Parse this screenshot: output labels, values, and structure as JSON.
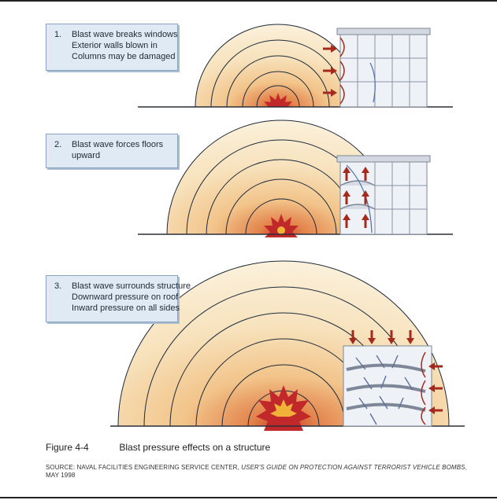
{
  "panels": [
    {
      "number": "1.",
      "lines": [
        "Blast wave breaks windows",
        "Exterior walls blown in",
        "Columns may be damaged"
      ]
    },
    {
      "number": "2.",
      "lines": [
        "Blast wave forces floors",
        "upward"
      ]
    },
    {
      "number": "3.",
      "lines": [
        "Blast wave surrounds structure",
        "Downward pressure on roof",
        "Inward pressure on all sides"
      ]
    }
  ],
  "caption": {
    "figure_number": "Figure 4-4",
    "title": "Blast pressure effects on a structure"
  },
  "source": {
    "prefix": "SOURCE: NAVAL FACILITIES ENGINEERING SERVICE CENTER, ",
    "title": "USER'S GUIDE ON PROTECTION AGAINST TERRORIST VEHICLE BOMBS",
    "suffix": ", MAY 1998"
  },
  "colors": {
    "blast_outer": "#f7e8c8",
    "blast_inner": "#e8a25a",
    "blast_core": "#c0282a",
    "ring": "#1e2a3a",
    "building_fill": "#eef1f6",
    "building_frame": "#7d8797",
    "arrow": "#a52a1e",
    "label_bg": "#dfeaf4"
  }
}
